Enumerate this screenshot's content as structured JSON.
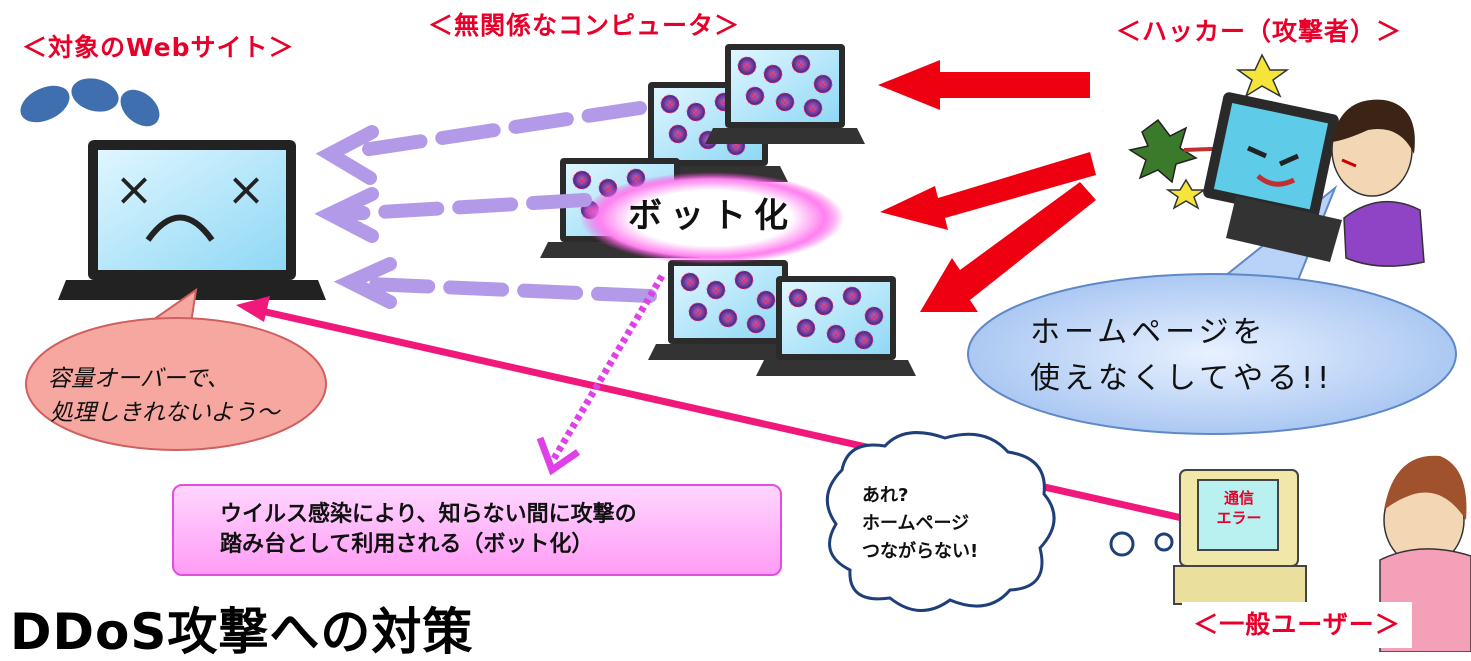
{
  "labels": {
    "target_site": "＜対象のWebサイト＞",
    "unrelated_computers": "＜無関係なコンピュータ＞",
    "hacker": "＜ハッカー（攻撃者）＞",
    "general_user": "＜一般ユーザー＞"
  },
  "bot_label": "ボット化",
  "overload_callout": [
    "容量オーバーで、",
    "処理しきれないよう～"
  ],
  "hacker_speech": [
    "ホームページを",
    "使えなくしてやる!!"
  ],
  "user_thought": [
    "あれ?",
    "ホームページ",
    "つながらない!"
  ],
  "user_screen_message": [
    "通信",
    "エラー"
  ],
  "infection_note": [
    "ウイルス感染により、知らない間に攻撃の",
    "踏み台として利用される（ボット化）"
  ],
  "section_title": "DDoS攻撃への対策",
  "colors": {
    "label_red": "#e8002a",
    "attack_arrow": "#ee0010",
    "bot_traffic_arrow": "#b39ae8",
    "user_request_line": "#f0187a",
    "infection_arrow": "#e040e8",
    "hacker_bubble": "#a8c8f5",
    "callout_bubble": "#f6a8a0"
  }
}
